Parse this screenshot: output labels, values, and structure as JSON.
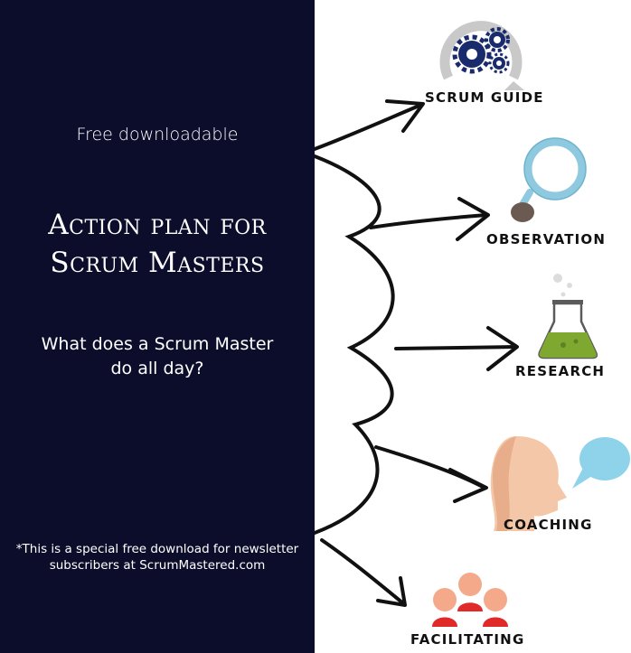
{
  "left_panel": {
    "kicker": "Free downloadable",
    "title_line1": "Action plan for",
    "title_line2": "Scrum Masters",
    "question_line1": "What does a Scrum Master",
    "question_line2": "do all day?",
    "footnote_line1": "*This is a special free download for newsletter",
    "footnote_line2": "subscribers at ScrumMastered.com"
  },
  "items": [
    {
      "label": "SCRUM GUIDE",
      "icon": "gears-icon"
    },
    {
      "label": "OBSERVATION",
      "icon": "magnifying-glass-icon"
    },
    {
      "label": "RESEARCH",
      "icon": "flask-icon"
    },
    {
      "label": "COACHING",
      "icon": "speaking-head-icon"
    },
    {
      "label": "FACILITATING",
      "icon": "people-group-icon"
    }
  ],
  "colors": {
    "panel_background": "#0b0d2a",
    "panel_text": "#ffffff",
    "gear": "#1a2b6d",
    "lens_ring": "#8ec9e0",
    "flask_liquid": "#7fa830",
    "skin": "#f3c7a8",
    "speech_bubble": "#8fd3ea",
    "people_shirt": "#e02a2a"
  }
}
